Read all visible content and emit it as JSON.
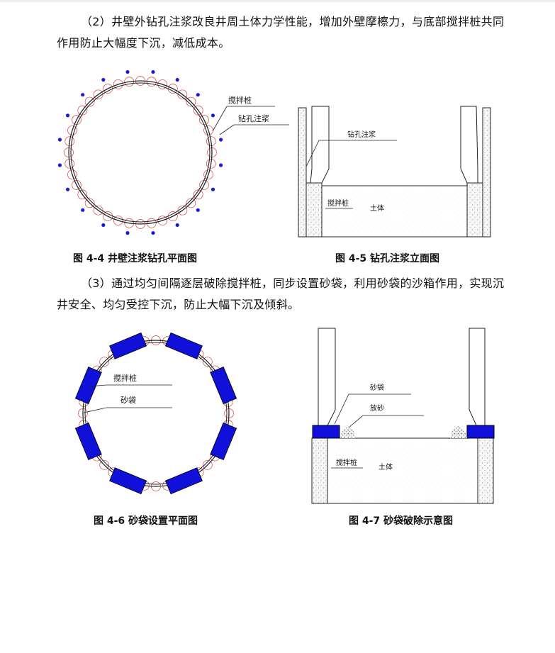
{
  "paragraphs": {
    "p1": "（2）井壁外钻孔注浆改良井周土体力学性能，增加外壁摩檫力，与底部搅拌桩共同作用防止大幅度下沉，减低成本。",
    "p2": "（3）通过均匀间隔逐层破除搅拌桩，同步设置砂袋，利用砂袋的沙箱作用，实现沉井安全、均匀受控下沉，防止大幅下沉及倾斜。"
  },
  "figures": {
    "fig44": {
      "caption": "图 4-4  井壁注浆钻孔平面图",
      "label_pile": "搅拌桩",
      "label_grout": "钻孔注浆"
    },
    "fig45": {
      "caption": "图 4-5 钻孔注浆立面图",
      "label_grout": "钻孔注浆",
      "label_pile": "搅拌桩",
      "label_soil": "土体"
    },
    "fig46": {
      "caption": "图 4-6 砂袋设置平面图",
      "label_pile": "搅拌桩",
      "label_bag": "砂袋"
    },
    "fig47": {
      "caption": "图 4-7 砂袋破除示意图",
      "label_bag": "砂袋",
      "label_sand": "放砂",
      "label_pile": "搅拌桩",
      "label_soil": "土体"
    }
  },
  "colors": {
    "grout_dot": "#1a1adc",
    "pile_circle": "#d04040",
    "sandbag": "#1010d8",
    "line": "#222222"
  }
}
